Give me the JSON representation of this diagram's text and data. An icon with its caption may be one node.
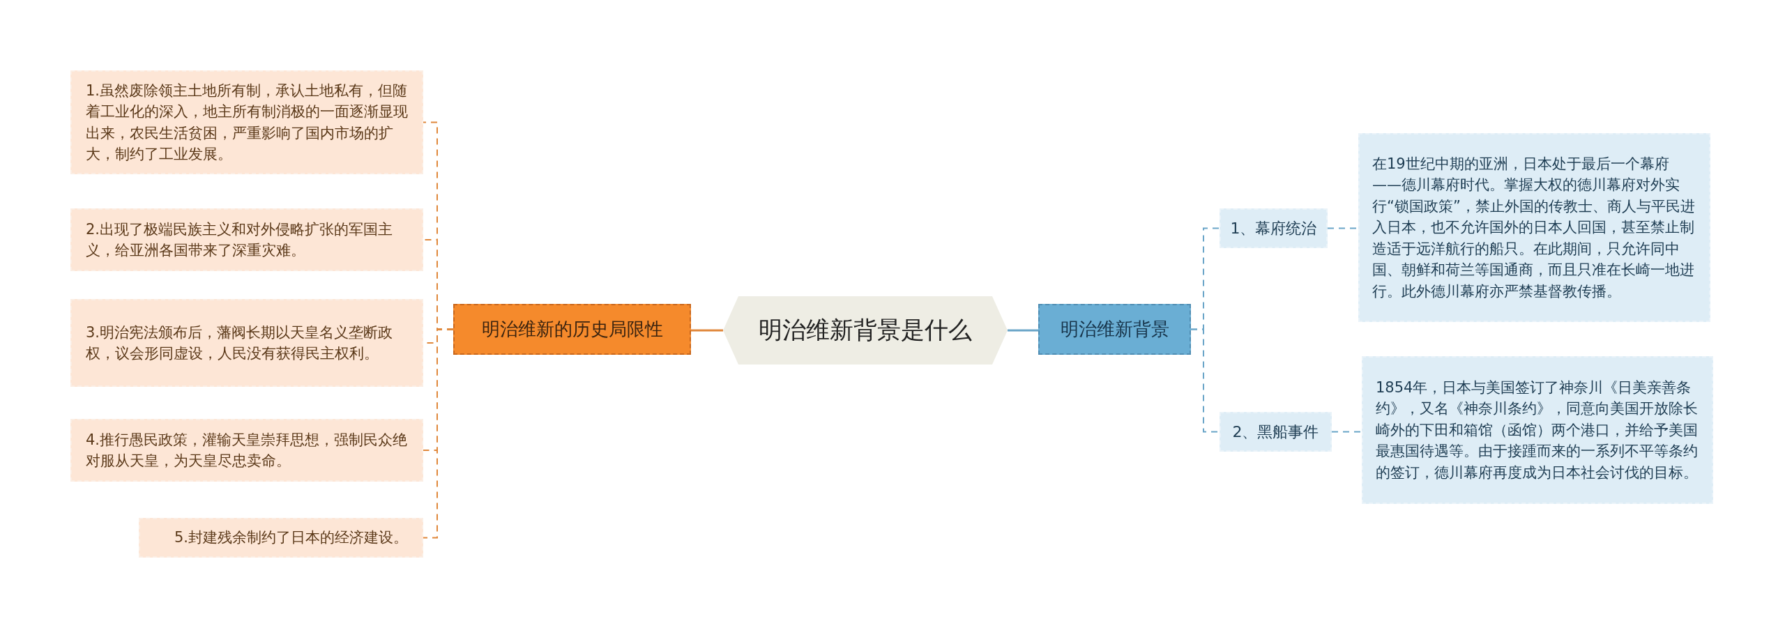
{
  "diagram": {
    "nodes": [
      {
        "text": [
          "明治维新背景是什么"
        ]
      },
      {
        "text": [
          "明治维新的历史局限性"
        ]
      },
      {
        "text": [
          "1.虽然废除领主土地所有制，承认土地私有，但随着工业化的深入，地主所有制消极的一面逐渐显现出来，农民生活贫困，严重影响了国内市场的扩大，制约了工业发展。"
        ]
      },
      {
        "text": [
          "2.出现了极端民族主义和对外侵略扩张的军国主义，给亚洲各国带来了深重灾难。"
        ]
      },
      {
        "text": [
          "3.明治宪法颁布后，藩阀长期以天皇名义垄断政权，议会形同虚设，人民没有获得民主权利。"
        ]
      },
      {
        "text": [
          "4.推行愚民政策，灌输天皇崇拜思想，强制民众绝对服从天皇，为天皇尽忠卖命。"
        ]
      },
      {
        "text": [
          "5.封建残余制约了日本的经济建设。"
        ]
      },
      {
        "text": [
          "明治维新背景"
        ]
      },
      {
        "text": [
          "1、幕府统治"
        ]
      },
      {
        "text": [
          "在19世纪中期的亚洲，日本处于最后一个幕府——德川幕府时代。掌握大权的德川幕府对外实行“锁国政策”，禁止外国的传教士、商人与平民进入日本，也不允许国外的日本人回国，甚至禁止制造适于远洋航行的船只。在此期间，只允许同中国、朝鲜和荷兰等国通商，而且只准在长崎一地进行。此外德川幕府亦严禁基督教传播。"
        ]
      },
      {
        "text": [
          "2、黑船事件"
        ]
      },
      {
        "text": [
          "1854年，日本与美国签订了神奈川《日美亲善条约》，又名《神奈川条约》，同意向美国开放除长崎外的下田和箱馆（函馆）两个港口，并给予美国最惠国待遇等。由于接踵而来的一系列不平等条约的签订，德川幕府再度成为日本社会讨伐的目标。"
        ]
      }
    ],
    "edges": [
      {
        "from": 0,
        "to": 1,
        "arrow": "none"
      },
      {
        "from": 1,
        "to": 2,
        "arrow": "none",
        "style": "dashed"
      },
      {
        "from": 1,
        "to": 3,
        "arrow": "none",
        "style": "dashed"
      },
      {
        "from": 1,
        "to": 4,
        "arrow": "none",
        "style": "dashed"
      },
      {
        "from": 1,
        "to": 5,
        "arrow": "none",
        "style": "dashed"
      },
      {
        "from": 1,
        "to": 6,
        "arrow": "none",
        "style": "dashed"
      },
      {
        "from": 0,
        "to": 7,
        "arrow": "none",
        "color": "#6aa5c8"
      },
      {
        "from": 7,
        "to": 8,
        "arrow": "none",
        "style": "dashed",
        "color": "#6aa5c8"
      },
      {
        "from": 7,
        "to": 10,
        "arrow": "none",
        "style": "dashed",
        "color": "#6aa5c8"
      },
      {
        "from": 8,
        "to": 9,
        "arrow": "none",
        "style": "dashed",
        "color": "#6aa5c8"
      },
      {
        "from": 10,
        "to": 11,
        "arrow": "none",
        "style": "dashed",
        "color": "#6aa5c8"
      }
    ]
  }
}
